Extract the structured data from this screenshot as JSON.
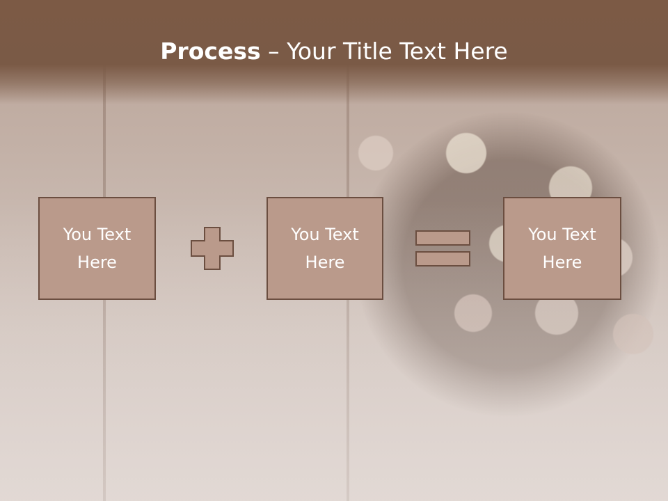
{
  "slide": {
    "title_bold": "Process",
    "title_rest": " – Your Title Text Here"
  },
  "process": {
    "boxes": [
      {
        "line1": "You Text",
        "line2": "Here"
      },
      {
        "line1": "You Text",
        "line2": "Here"
      },
      {
        "line1": "You Text",
        "line2": "Here"
      }
    ],
    "operators": [
      "plus-icon",
      "equals-icon"
    ]
  },
  "colors": {
    "title_band": "#7a5a46",
    "box_fill": "#ba9a8b",
    "box_border": "#6b4e40",
    "text": "#ffffff"
  }
}
